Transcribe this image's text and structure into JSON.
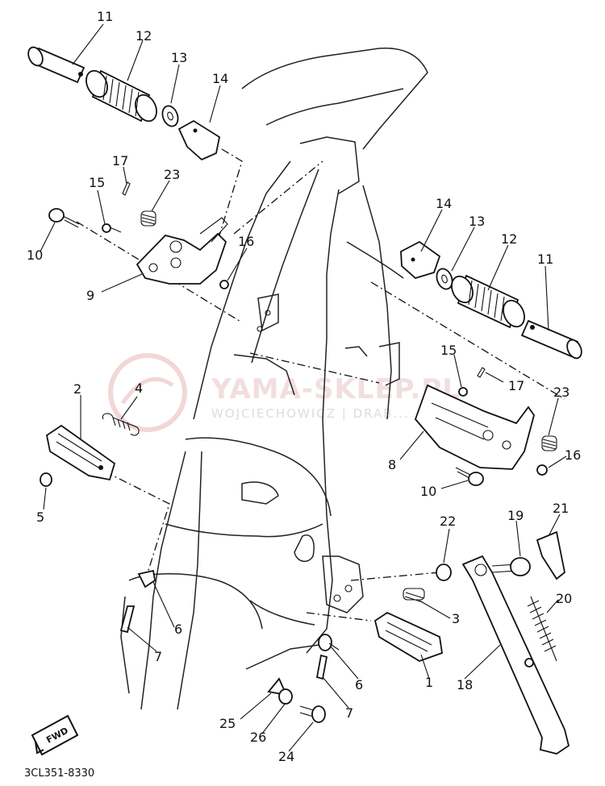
{
  "diagram_code": "3CL351-8330",
  "fwd_badge": "FWD",
  "watermark": {
    "brand": "YAMA-SKLEP.PL",
    "subtitle": "WOJCIECHOWICZ | DRAB..."
  },
  "callouts": {
    "c11a": "11",
    "c12a": "12",
    "c13a": "13",
    "c14a": "14",
    "c17a": "17",
    "c15a": "15",
    "c23a": "23",
    "c10a": "10",
    "c16a": "16",
    "c9": "9",
    "c14b": "14",
    "c13b": "13",
    "c12b": "12",
    "c11b": "11",
    "c15b": "15",
    "c17b": "17",
    "c23b": "23",
    "c16b": "16",
    "c8": "8",
    "c10b": "10",
    "c2": "2",
    "c4": "4",
    "c5": "5",
    "c22": "22",
    "c19": "19",
    "c21": "21",
    "c20": "20",
    "c3": "3",
    "c6a": "6",
    "c7a": "7",
    "c1": "1",
    "c18": "18",
    "c6b": "6",
    "c7b": "7",
    "c25": "25",
    "c26": "26",
    "c24": "24"
  }
}
